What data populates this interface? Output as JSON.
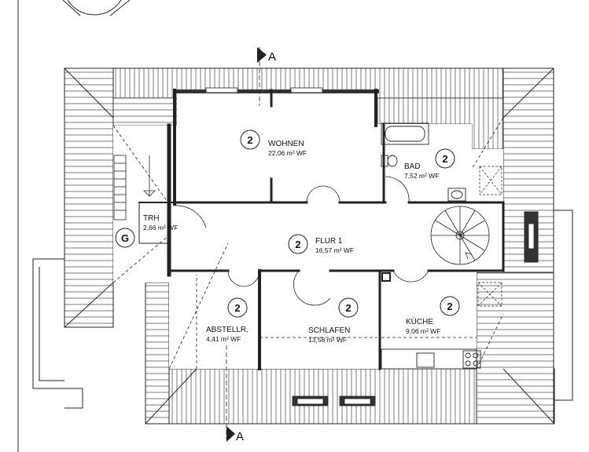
{
  "section_marker": "A",
  "stair_marker": "G",
  "rooms": {
    "wohnen": {
      "num": "2",
      "name": "WOHNEN",
      "area": "22,06 m² WF"
    },
    "bad": {
      "num": "2",
      "name": "BAD",
      "area": "7,52 m² WF"
    },
    "trh": {
      "name": "TRH",
      "area": "2,66 m² WF"
    },
    "flur": {
      "num": "2",
      "name": "FLUR 1",
      "area": "16,57 m² WF"
    },
    "abstellr": {
      "num": "2",
      "name": "ABSTELLR.",
      "area": "4,41 m² WF"
    },
    "schlafen": {
      "num": "2",
      "name": "SCHLAFEN",
      "area": "13,58 m² WF"
    },
    "kueche": {
      "num": "2",
      "name": "KÜCHE",
      "area": "9,06 m² WF"
    }
  }
}
